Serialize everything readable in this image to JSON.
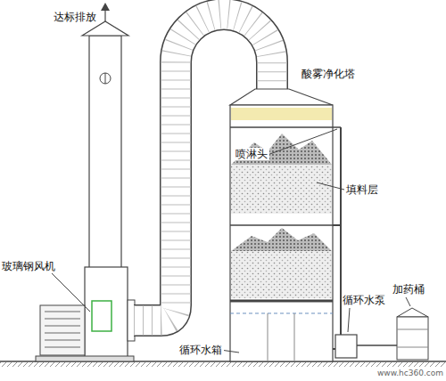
{
  "diagram": {
    "labels": [
      "达标排放",
      "酸雾净化塔",
      "喷淋头",
      "填料层",
      "玻璃钢风机",
      "循环水箱",
      "循环水泵",
      "加药桶",
      "www.hc360.com"
    ]
  }
}
